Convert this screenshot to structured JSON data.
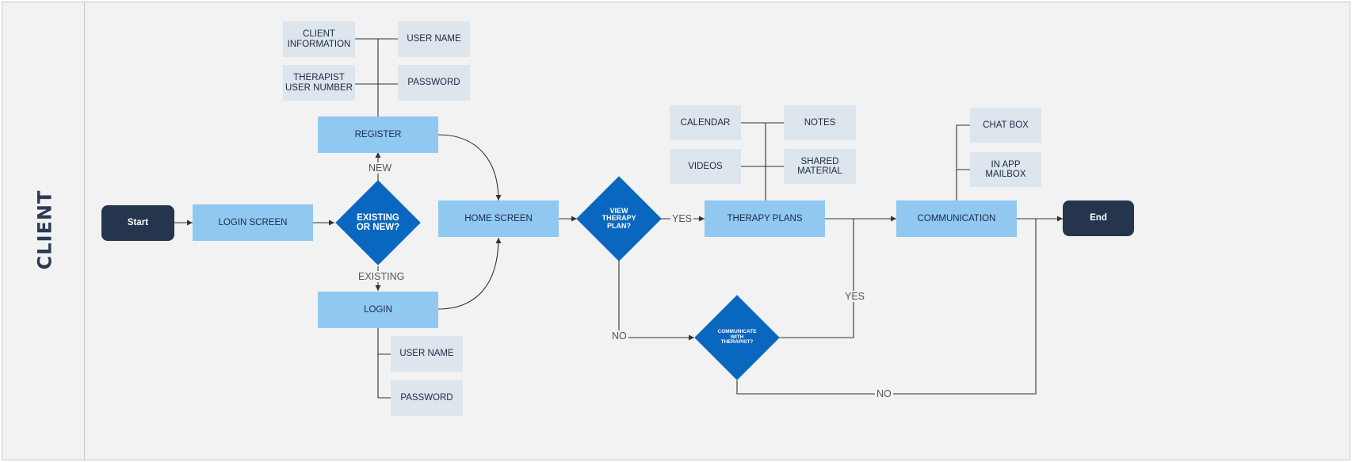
{
  "lane": {
    "label": "CLIENT"
  },
  "nodes": {
    "start": "Start",
    "login_screen": "LOGIN SCREEN",
    "existing_or_new": "EXISTING OR NEW?",
    "register": "REGISTER",
    "login": "LOGIN",
    "home_screen": "HOME SCREEN",
    "view_therapy_plan": "VIEW THERAPY PLAN?",
    "therapy_plans": "THERAPY PLANS",
    "communicate_with_therapist": "COMMUNICATE WITH THERAPIST?",
    "communication": "COMMUNICATION",
    "end": "End"
  },
  "register_fields": {
    "client_information": "CLIENT INFORMATION",
    "user_name": "USER NAME",
    "therapist_user_number": "THERAPIST USER NUMBER",
    "password": "PASSWORD"
  },
  "login_fields": {
    "user_name": "USER NAME",
    "password": "PASSWORD"
  },
  "therapy_plan_items": {
    "calendar": "CALENDAR",
    "notes": "NOTES",
    "videos": "VIDEOS",
    "shared_material": "SHARED MATERIAL"
  },
  "communication_items": {
    "chat_box": "CHAT BOX",
    "in_app_mailbox": "IN APP MAILBOX"
  },
  "edge_labels": {
    "new": "NEW",
    "existing": "EXISTING",
    "yes_plan": "YES",
    "no_plan": "NO",
    "yes_communicate": "YES",
    "no_communicate": "NO"
  },
  "colors": {
    "process": "#90c8f2",
    "sub_item": "#dde5ed",
    "decision": "#0a67bf",
    "terminal": "#26354e"
  }
}
